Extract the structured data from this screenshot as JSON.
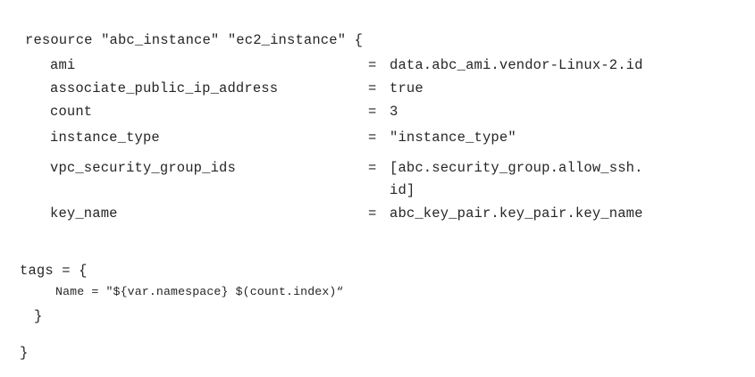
{
  "editor": {
    "background_color": "#ffffff",
    "text_color": "#262626",
    "language": "terraform-hcl"
  },
  "code": {
    "header": "resource \"abc_instance\" \"ec2_instance\" {",
    "properties": [
      {
        "key": "ami",
        "equals": "=",
        "value": "data.abc_ami.vendor-Linux-2.id",
        "continuation": ""
      },
      {
        "key": "associate_public_ip_address",
        "equals": "=",
        "value": "true",
        "continuation": ""
      },
      {
        "key": "count",
        "equals": "=",
        "value": "3",
        "continuation": ""
      },
      {
        "key": "instance_type",
        "equals": "=",
        "value": "\"instance_type\"",
        "continuation": ""
      },
      {
        "key": "vpc_security_group_ids",
        "equals": "=",
        "value": "[abc.security_group.allow_ssh.",
        "continuation": "id]"
      },
      {
        "key": "key_name",
        "equals": "=",
        "value": "abc_key_pair.key_pair.key_name",
        "continuation": ""
      }
    ],
    "tags_open": "tags = {",
    "tags_name_line": "Name = \"${var.namespace} $(count.index)“",
    "tags_close": "}",
    "footer": "}"
  }
}
